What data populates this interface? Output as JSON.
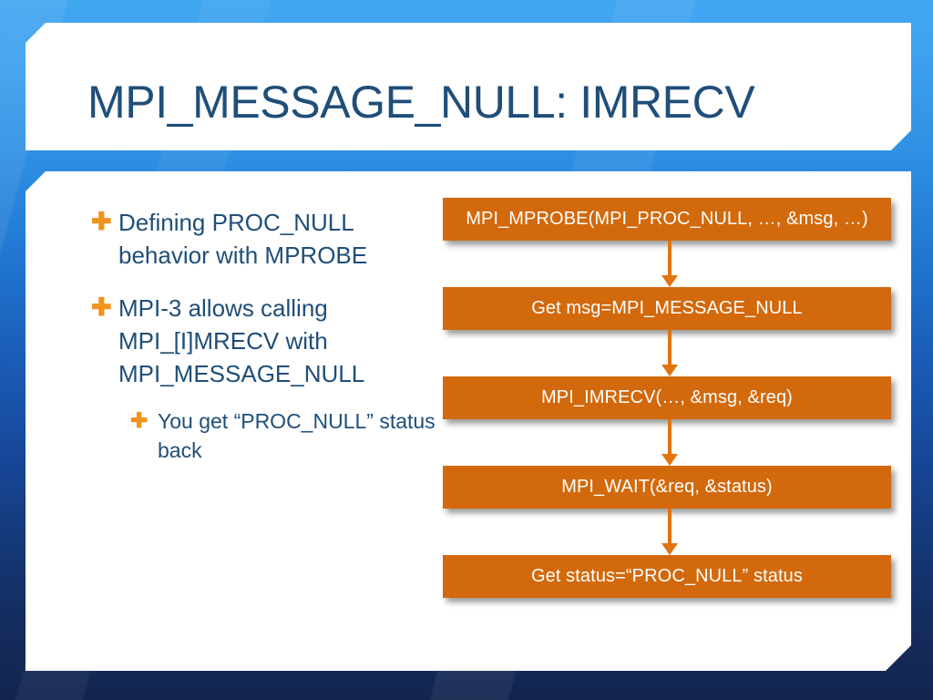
{
  "slide": {
    "title": "MPI_MESSAGE_NULL: IMRECV",
    "background_top_color": "#41a6f0",
    "background_bottom_color": "#13254f",
    "card_color": "#ffffff",
    "title_text_color": "#1f4e79",
    "bullet_marker_color": "#f0931f",
    "box_fill_color": "#d2690c",
    "box_text_color": "#ffffff",
    "arrow_color": "#e2740f"
  },
  "bullets": [
    {
      "level": 1,
      "marker": "plus-bullet-icon",
      "text": "Defining PROC_NULL behavior with MPROBE"
    },
    {
      "level": 1,
      "marker": "plus-bullet-icon",
      "text": "MPI-3 allows calling MPI_[I]MRECV with MPI_MESSAGE_NULL"
    },
    {
      "level": 2,
      "marker": "plus-bullet-icon",
      "text": "You get “PROC_NULL” status back"
    }
  ],
  "flow": {
    "steps": [
      {
        "label": "MPI_MPROBE(MPI_PROC_NULL, …, &msg, …)"
      },
      {
        "label": "Get msg=MPI_MESSAGE_NULL"
      },
      {
        "label": "MPI_IMRECV(…, &msg, &req)"
      },
      {
        "label": "MPI_WAIT(&req, &status)"
      },
      {
        "label": "Get status=“PROC_NULL” status"
      }
    ],
    "connector_count": 4
  }
}
